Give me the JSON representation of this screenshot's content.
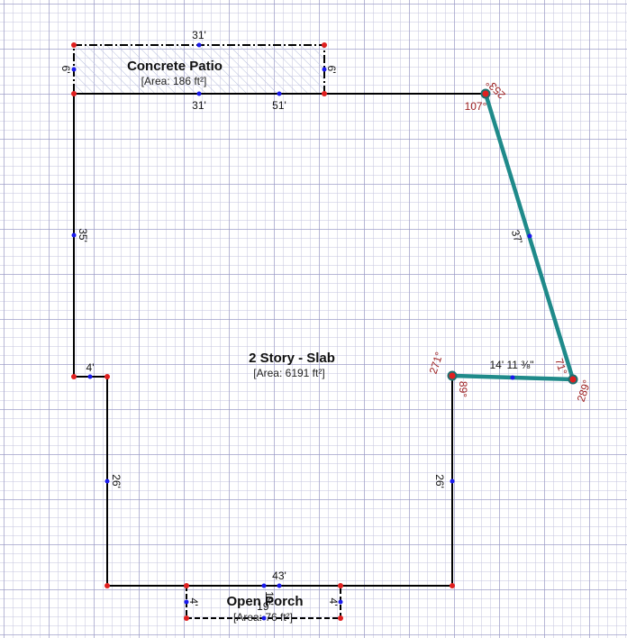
{
  "rooms": {
    "main": {
      "title": "2 Story - Slab",
      "area": "[Area: 6191 ft²]"
    },
    "patio": {
      "title": "Concrete Patio",
      "area": "[Area: 186 ft²]"
    },
    "porch": {
      "title": "Open Porch",
      "area": "[Area: 76 ft²]"
    }
  },
  "dimensions": {
    "patio_top": "31'",
    "patio_left": "6'",
    "patio_right": "6'",
    "patio_bottom": "31'",
    "main_top": "51'",
    "main_left": "35'",
    "main_step": "4'",
    "main_lower_left": "26'",
    "main_right_lower": "26'",
    "main_diagonal": "37'",
    "main_right_step": "14' 11 ⅜\"",
    "main_bottom": "43'",
    "porch_left": "4'",
    "porch_right": "4'",
    "porch_center": "19'",
    "porch_center_dup": "19'"
  },
  "angles": {
    "top_outer": "253°",
    "top_inner": "107°",
    "right_inner": "71°",
    "right_outer": "289°",
    "left_outer": "271°",
    "left_inner": "89°"
  },
  "colors": {
    "wall": "#000000",
    "highlight_wall": "#1f8a8a",
    "vertex": "#e02020",
    "midpoint": "#1a1aee",
    "angle_text": "#9b1c1c"
  }
}
